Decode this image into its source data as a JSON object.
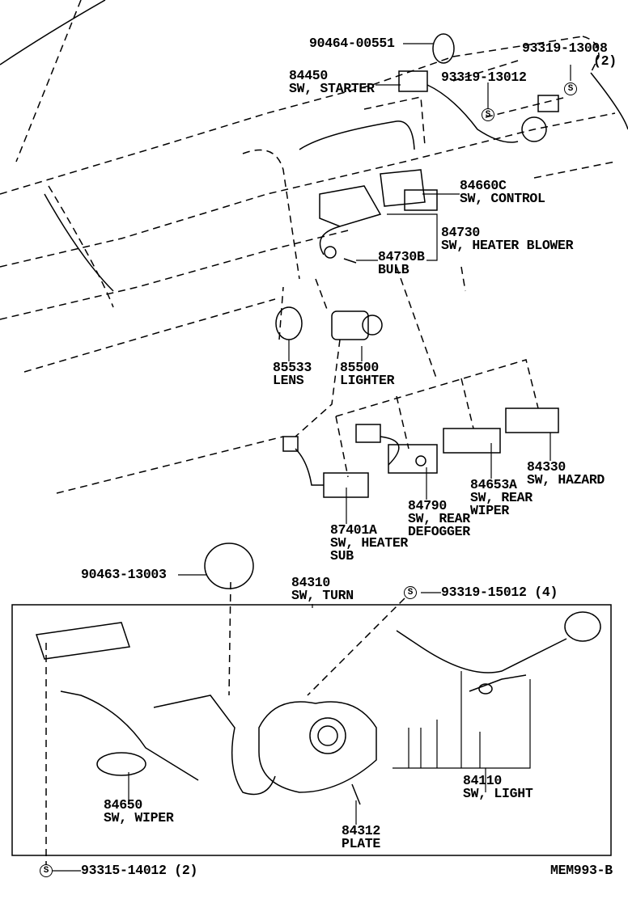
{
  "diagram_code": "MEM993-B",
  "parts": [
    {
      "id": "clamp-top",
      "number": "90464-00551"
    },
    {
      "id": "screw-starter-2",
      "number": "93319-13008",
      "qty": "(2)"
    },
    {
      "id": "starter",
      "number": "84450",
      "name": "SW, STARTER"
    },
    {
      "id": "screw-starter",
      "number": "93319-13012"
    },
    {
      "id": "control",
      "number": "84660C",
      "name": "SW, CONTROL"
    },
    {
      "id": "heater-blower",
      "number": "84730",
      "name": "SW, HEATER BLOWER"
    },
    {
      "id": "bulb",
      "number": "84730B",
      "name": "BULB"
    },
    {
      "id": "lens",
      "number": "85533",
      "name": "LENS"
    },
    {
      "id": "lighter",
      "number": "85500",
      "name": "LIGHTER"
    },
    {
      "id": "hazard",
      "number": "84330",
      "name": "SW, HAZARD"
    },
    {
      "id": "rear-wiper",
      "number": "84653A",
      "name": "SW, REAR",
      "name2": "WIPER"
    },
    {
      "id": "rear-defogger",
      "number": "84790",
      "name": "SW, REAR",
      "name2": "DEFOGGER"
    },
    {
      "id": "heater-sub",
      "number": "87401A",
      "name": "SW, HEATER",
      "name2": "SUB"
    },
    {
      "id": "clamp-bottom",
      "number": "90463-13003"
    },
    {
      "id": "turn",
      "number": "84310",
      "name": "SW, TURN"
    },
    {
      "id": "screw-turn",
      "number": "93319-15012",
      "qty": "(4)"
    },
    {
      "id": "light",
      "number": "84110",
      "name": "SW, LIGHT"
    },
    {
      "id": "wiper",
      "number": "84650",
      "name": "SW, WIPER"
    },
    {
      "id": "plate",
      "number": "84312",
      "name": "PLATE"
    },
    {
      "id": "screw-bottom",
      "number": "93315-14012",
      "qty": "(2)"
    }
  ],
  "screw_symbol": "S"
}
